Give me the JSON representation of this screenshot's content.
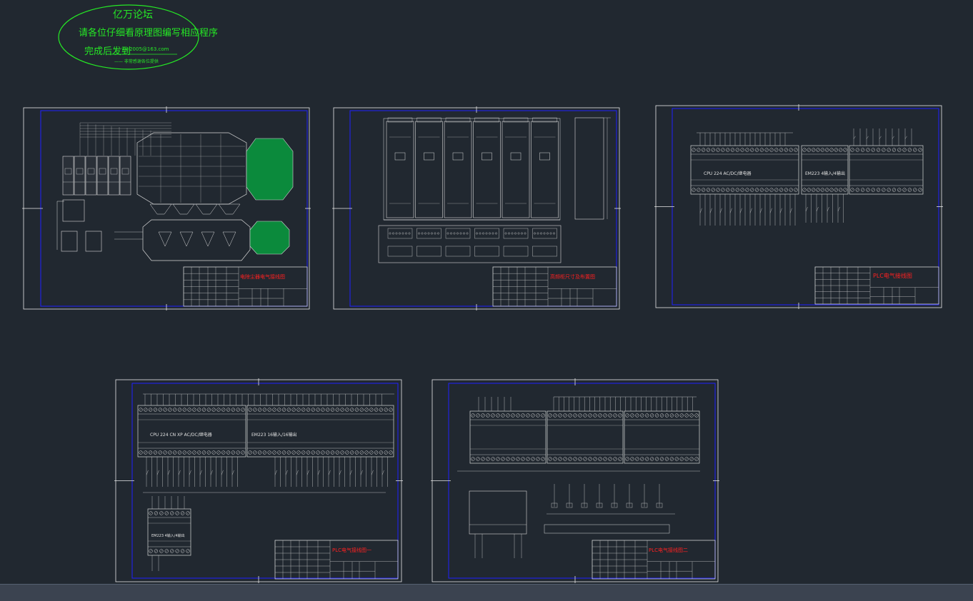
{
  "stamp": {
    "line1": "亿万论坛",
    "line2": "请各位仔细看原理图编写相应程序",
    "line3": "完成后发到",
    "email": "yu-2005@163.com",
    "signature": "—— 非常感谢各位提供"
  },
  "sheets": [
    {
      "id": "sheet-1",
      "title": "电除尘器电气接线图"
    },
    {
      "id": "sheet-2",
      "title": "高频柜尺寸及布置图"
    },
    {
      "id": "sheet-3",
      "title": "PLC电气接线图",
      "cpu_label": "CPU 224 AC/DC/继电器",
      "module_label": "EM223 4输入/4输出"
    },
    {
      "id": "sheet-4",
      "title": "PLC电气接线图一",
      "cpu_label": "CPU 224 CN XP AC/DC/继电器",
      "module_label": "EM223 16输入/16输出",
      "module2_label": "EM223 4输入/4输出"
    },
    {
      "id": "sheet-5",
      "title": "PLC电气接线图二"
    }
  ],
  "colors": {
    "background": "#212830",
    "frame": "#2020ff",
    "line": "#d8d8d8",
    "stamp": "#25e825",
    "title_red": "#ff2020",
    "fill_green": "#0b8a3c"
  }
}
